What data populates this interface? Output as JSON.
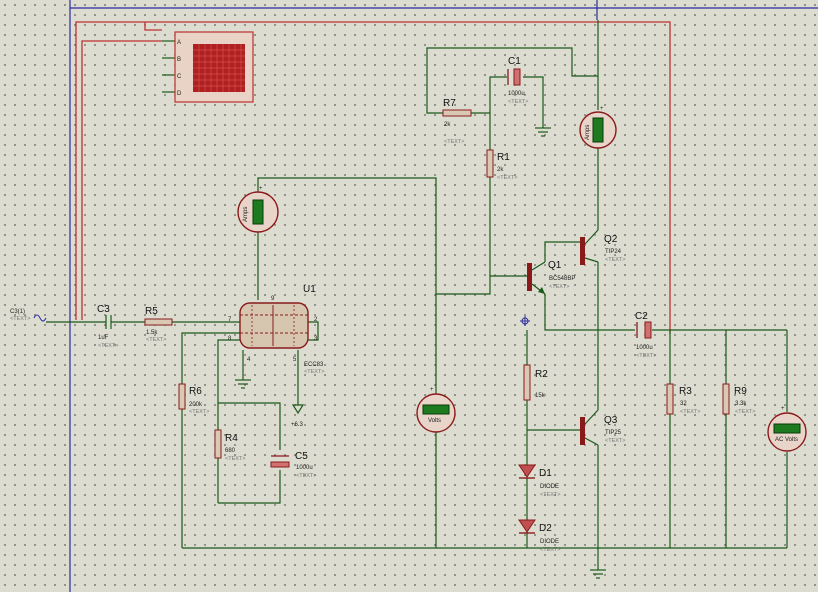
{
  "schematic": {
    "text_placeholder": "<TEXT>",
    "source": {
      "name": "C3(1)"
    },
    "components": {
      "C1": {
        "ref": "C1",
        "value": "1000u"
      },
      "C2": {
        "ref": "C2",
        "value": "1000u"
      },
      "C3": {
        "ref": "C3",
        "value": "1uF"
      },
      "C5": {
        "ref": "C5",
        "value": "1000u"
      },
      "R1": {
        "ref": "R1",
        "value": "2k"
      },
      "R2": {
        "ref": "R2",
        "value": "15k"
      },
      "R3": {
        "ref": "R3",
        "value": "32"
      },
      "R4": {
        "ref": "R4",
        "value": "680"
      },
      "R5": {
        "ref": "R5",
        "value": "1.5k"
      },
      "R6": {
        "ref": "R6",
        "value": "200k"
      },
      "R7": {
        "ref": "R7",
        "value": "2k"
      },
      "R9": {
        "ref": "R9",
        "value": "3.3k"
      },
      "Q1": {
        "ref": "Q1",
        "value": "BC548BP"
      },
      "Q2": {
        "ref": "Q2",
        "value": "TIP24"
      },
      "Q3": {
        "ref": "Q3",
        "value": "TIP25"
      },
      "D1": {
        "ref": "D1",
        "value": "DIODE"
      },
      "D2": {
        "ref": "D2",
        "value": "DIODE"
      },
      "U1": {
        "ref": "U1",
        "value": "ECC83"
      }
    },
    "supply_label": "+6.3",
    "tube_pins": [
      "7",
      "8",
      "4",
      "9",
      "5",
      "2",
      "3"
    ],
    "scope_channels": [
      "A",
      "B",
      "C",
      "D"
    ],
    "meters": {
      "ammeter_top": "Amps",
      "ammeter_left": "Amps",
      "voltmeter": "Volts",
      "ac_voltmeter": "AC Volts"
    },
    "colors": {
      "wire": "#1a5a1a",
      "probe": "#c03030",
      "frame": "#2a2aa0",
      "body": "#8a1a1a",
      "display": "#1e7a1e"
    }
  }
}
